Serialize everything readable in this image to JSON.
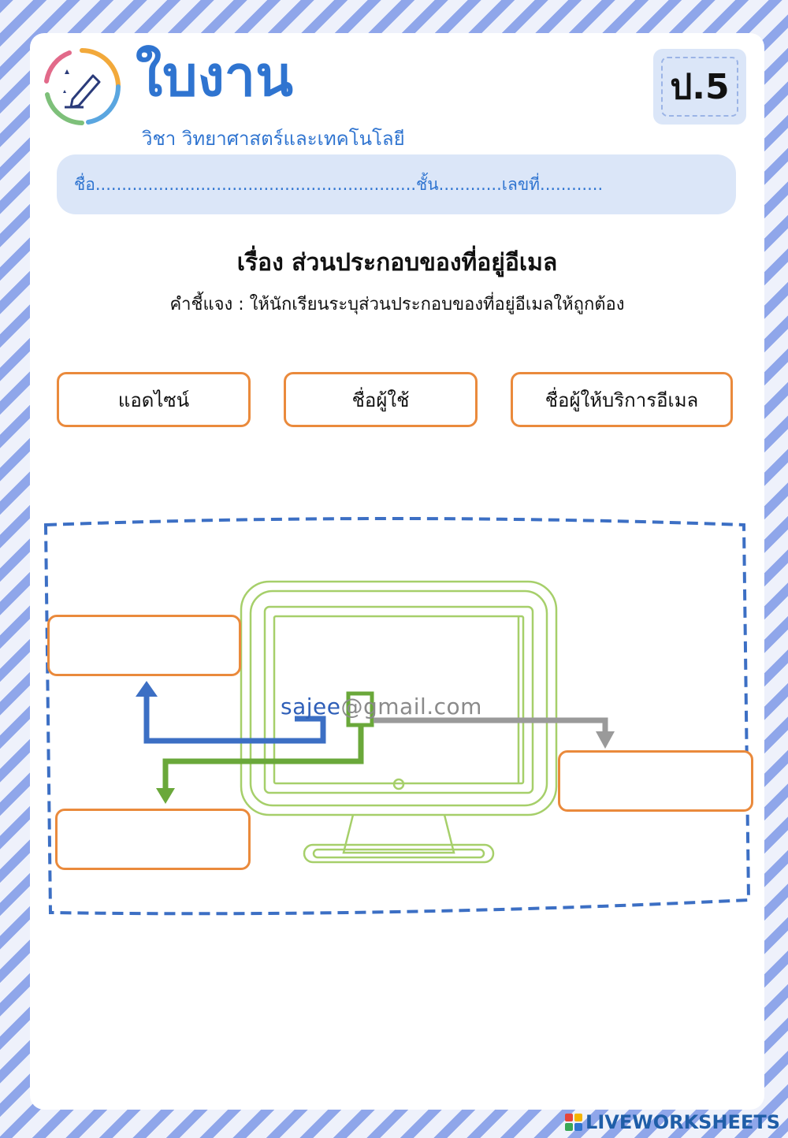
{
  "header": {
    "title": "ใบงาน",
    "subject": "วิชา วิทยาศาสตร์และเทคโนโลยี",
    "grade": "ป.5",
    "name_line": "ชื่อ.............................................................ชั้น............เลขที่............"
  },
  "topic": "เรื่อง ส่วนประกอบของที่อยู่อีเมล",
  "instruction": "คำชี้แจง : ให้นักเรียนระบุส่วนประกอบของที่อยู่อีเมลให้ถูกต้อง",
  "word_bank": [
    "แอดไซน์",
    "ชื่อผู้ใช้",
    "ชื่อผู้ให้บริการอีเมล"
  ],
  "email": {
    "user": "sajee",
    "at": "@",
    "domain": "gmail.com"
  },
  "answer_boxes": [
    "",
    "",
    ""
  ],
  "colors": {
    "accent_blue": "#2f74d0",
    "box_orange": "#ea8a3c",
    "arrow_blue": "#3c6fc4",
    "arrow_green": "#6aa83a",
    "arrow_gray": "#9a9a9a",
    "monitor_green": "#a6cf6a"
  },
  "footer": {
    "brand": "LIVEWORKSHEETS"
  }
}
